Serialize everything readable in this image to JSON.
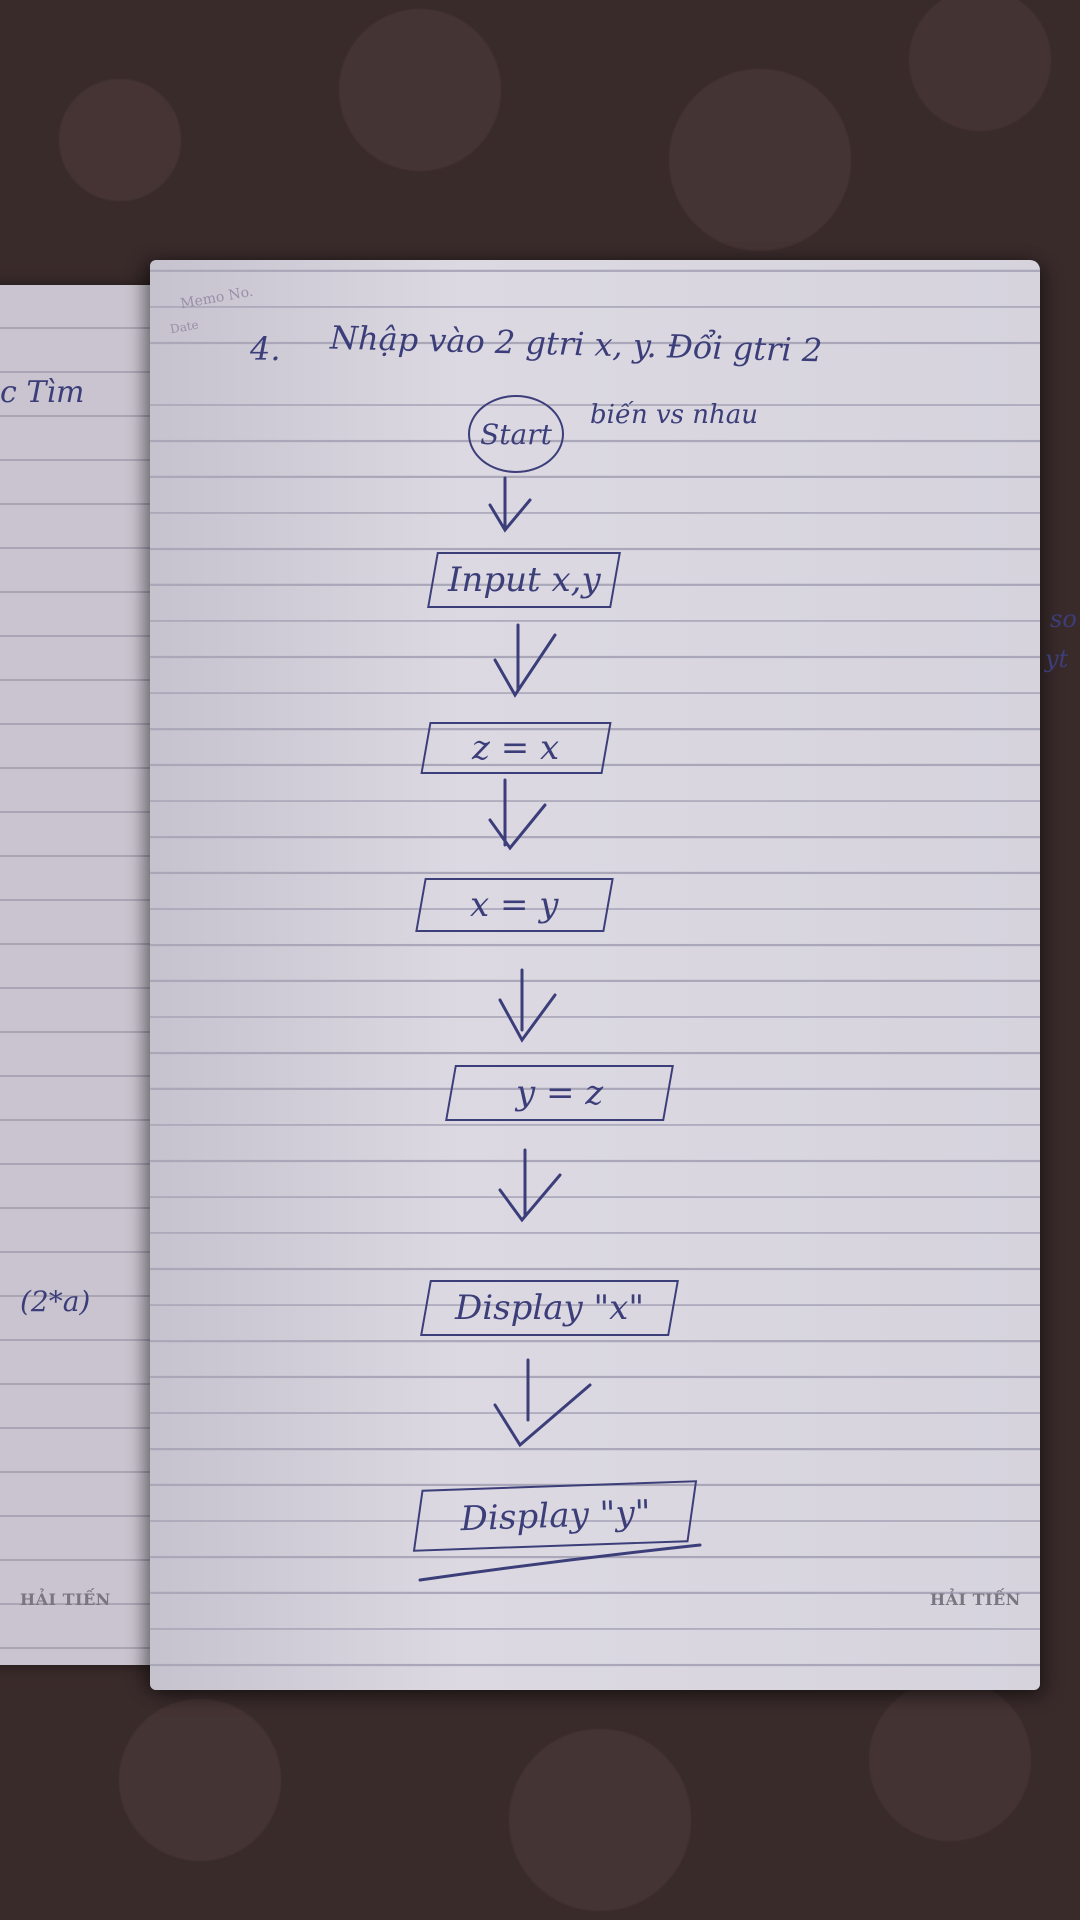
{
  "left_page": {
    "top_text": "c   Tìm",
    "formula": "(2*a)",
    "brand": "HẢI TIẾN"
  },
  "right_page": {
    "brand": "HẢI TIẾN",
    "header_memo": "Memo No.",
    "header_date": "Date",
    "margin_text": "so",
    "margin_text2": "yt"
  },
  "problem": {
    "number": "4.",
    "line1": "Nhập vào 2 gtri x, y.  Đổi gtri 2",
    "line2": "biến vs nhau"
  },
  "flowchart": {
    "start": "Start",
    "steps": [
      "Input x,y",
      "z = x",
      "x = y",
      "y = z",
      "Display \"x\"",
      "Display \"y\""
    ]
  },
  "colors": {
    "ink": "#3c3e7a",
    "paper": "#d6d3dd"
  }
}
